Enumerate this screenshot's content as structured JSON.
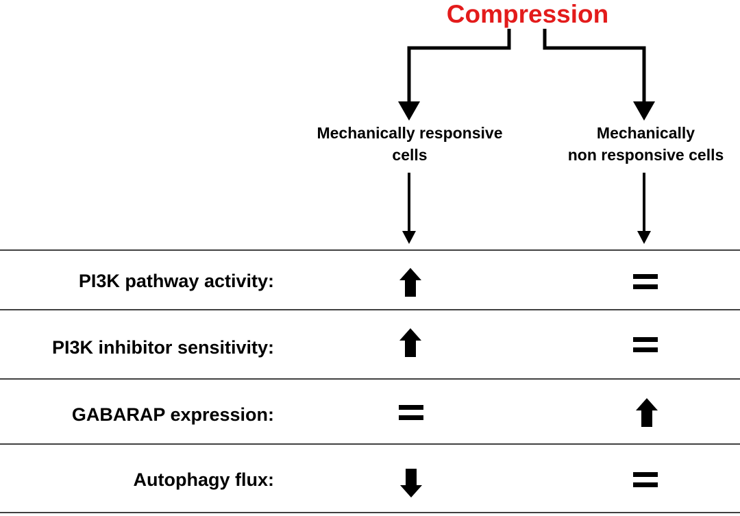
{
  "title": "Compression",
  "colors": {
    "title": "#e31b1b",
    "lines": "#000000"
  },
  "columns": [
    {
      "label_line1": "Mechanically responsive",
      "label_line2": "cells"
    },
    {
      "label_line1": "Mechanically",
      "label_line2": "non responsive cells"
    }
  ],
  "rows": [
    {
      "label": "PI3K pathway activity:",
      "left": "up-arrow-icon",
      "right": "equals-icon"
    },
    {
      "label": "PI3K inhibitor sensitivity:",
      "left": "up-arrow-icon",
      "right": "equals-icon"
    },
    {
      "label": "GABARAP expression:",
      "left": "equals-icon",
      "right": "up-arrow-icon"
    },
    {
      "label": "Autophagy flux:",
      "left": "down-arrow-icon",
      "right": "equals-icon"
    }
  ]
}
